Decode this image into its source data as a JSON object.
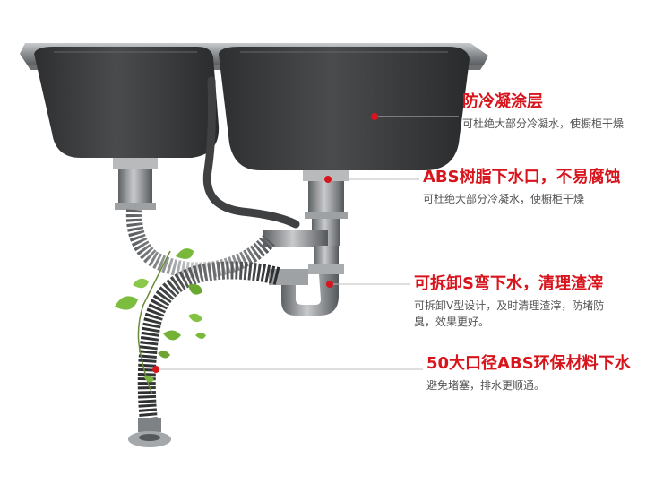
{
  "callouts": [
    {
      "title": "防冷凝涂层",
      "desc": "可杜绝大部分冷凝水，使橱柜干燥"
    },
    {
      "title": "ABS树脂下水口，不易腐蚀",
      "desc": "可杜绝大部分冷凝水，使橱柜干燥"
    },
    {
      "title": "可拆卸S弯下水，清理渣滓",
      "desc": "可拆卸V型设计，及时清理渣滓，防堵防臭，效果更好。"
    },
    {
      "title": "50大口径ABS环保材料下水",
      "desc": "避免堵塞，排水更顺通。"
    }
  ],
  "colors": {
    "accent": "#d8141c",
    "text": "#555555",
    "sink": "#3a3b3c",
    "rim": "#9a9da0",
    "pipe": "#8a8d90"
  }
}
